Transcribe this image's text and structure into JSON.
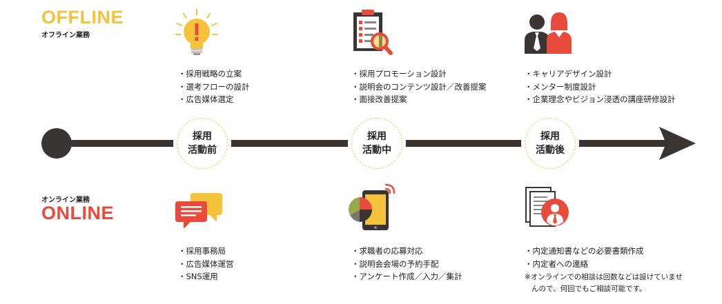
{
  "offline": {
    "title": "OFFLINE",
    "subtitle": "オフライン業務",
    "columns": [
      {
        "items": [
          "・採用戦略の立案",
          "・選考フローの設計",
          "・広告媒体選定"
        ]
      },
      {
        "items": [
          "・採用プロモーション設計",
          "・説明会のコンテンツ設計／改善提案",
          "・面接改善提案"
        ]
      },
      {
        "items": [
          "・キャリアデザイン設計",
          "・メンター制度設計",
          "・企業理念やビジョン浸透の講座研修設計"
        ]
      }
    ]
  },
  "stages": [
    {
      "line1": "採用",
      "line2": "活動前"
    },
    {
      "line1": "採用",
      "line2": "活動中"
    },
    {
      "line1": "採用",
      "line2": "活動後"
    }
  ],
  "online": {
    "title": "ONLINE",
    "subtitle": "オンライン業務",
    "columns": [
      {
        "items": [
          "・採用事務局",
          "・広告媒体運営",
          "・SNS運用"
        ]
      },
      {
        "items": [
          "・求職者の応募対応",
          "・説明会会場の予約手配",
          "・アンケート作成／入力／集計"
        ]
      },
      {
        "items": [
          "・内定通知書などの必要書類作成",
          "・内定者への連絡"
        ]
      }
    ],
    "note_line1": "※オンラインでの相談は回数などは設けていませ",
    "note_line2": "んので、何回でもご相談可能です。"
  },
  "colors": {
    "yellow": "#f5c33b",
    "red": "#e84a3c",
    "dark": "#3a3532"
  },
  "icons": {
    "offline": [
      "lightbulb-icon",
      "clipboard-magnifier-icon",
      "mentor-people-icon"
    ],
    "online": [
      "chat-bubbles-icon",
      "tablet-chart-icon",
      "document-person-icon"
    ]
  }
}
